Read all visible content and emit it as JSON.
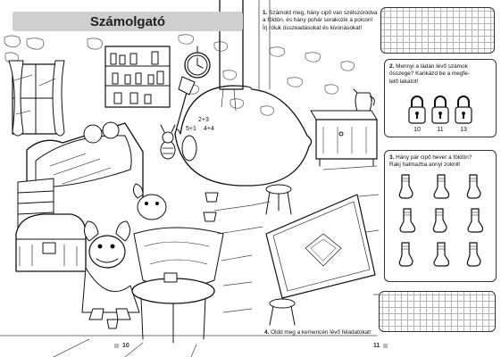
{
  "left_page": {
    "title": "Számolgató",
    "page_number": "10",
    "scene_text": {
      "board_line1": "2+3",
      "board_line2": "5+1",
      "board_line3": "4+4"
    }
  },
  "right_page": {
    "page_number": "11",
    "tasks": [
      {
        "number": "1.",
        "lines": [
          "Számold meg, hány cipő van szétszóródva",
          "a földön, és hány pohár sorakozik a polcon!",
          "Írj róluk összeadásokat és kivonásokat!"
        ]
      },
      {
        "number": "2.",
        "lines": [
          "Mennyi a ládán lévő számok",
          "összege? Karikázd be a megfe-",
          "lelő lakatot!"
        ],
        "locks": [
          "10",
          "11",
          "13"
        ]
      },
      {
        "number": "3.",
        "lines": [
          "Hány pár cipő hever a földön?",
          "Rakj halmazba annyi zoknit!"
        ],
        "sock_count": 9
      },
      {
        "number": "4.",
        "lines": [
          "Oldd meg a kemencén lévő feladatokat!"
        ]
      }
    ]
  }
}
